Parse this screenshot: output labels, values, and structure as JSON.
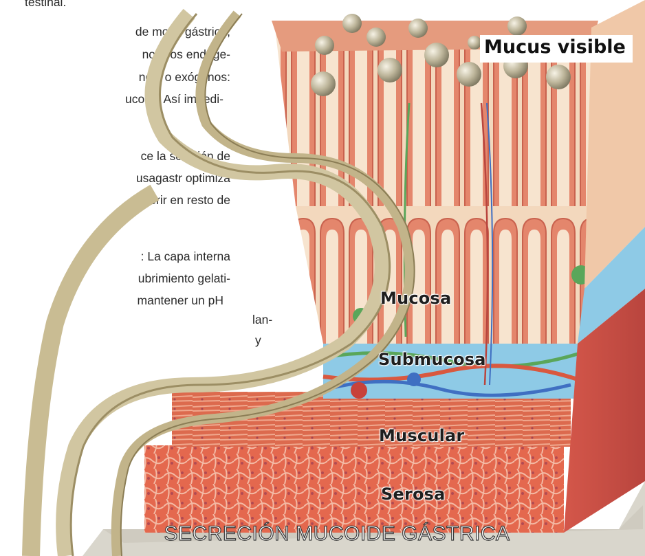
{
  "article": {
    "lines": [
      "testinal.",
      "de moco gástrico,",
      "nocivos endóge-",
      "nes, o exógenos:",
      "ucosa. Así impedi-",
      "ce la solución de",
      "usagastr optimiza",
      "rferir en resto de",
      ": La capa interna",
      "ubrimiento gelati-",
      "mantener un pH",
      "lan-",
      "y"
    ]
  },
  "illustration": {
    "mucus_label": "Mucus visible",
    "layers": [
      "Mucosa",
      "Submucosa",
      "Muscular",
      "Serosa"
    ],
    "caption": "SECRECIÓN MUCOIDE GÁSTRICA",
    "colors": {
      "tissue_pink": "#e9967a",
      "muscle_red": "#d9583f",
      "submucosa_blue": "#8ecae6",
      "stomach_outline": "#c2b48a",
      "vessel_green": "#5aa65a"
    }
  }
}
